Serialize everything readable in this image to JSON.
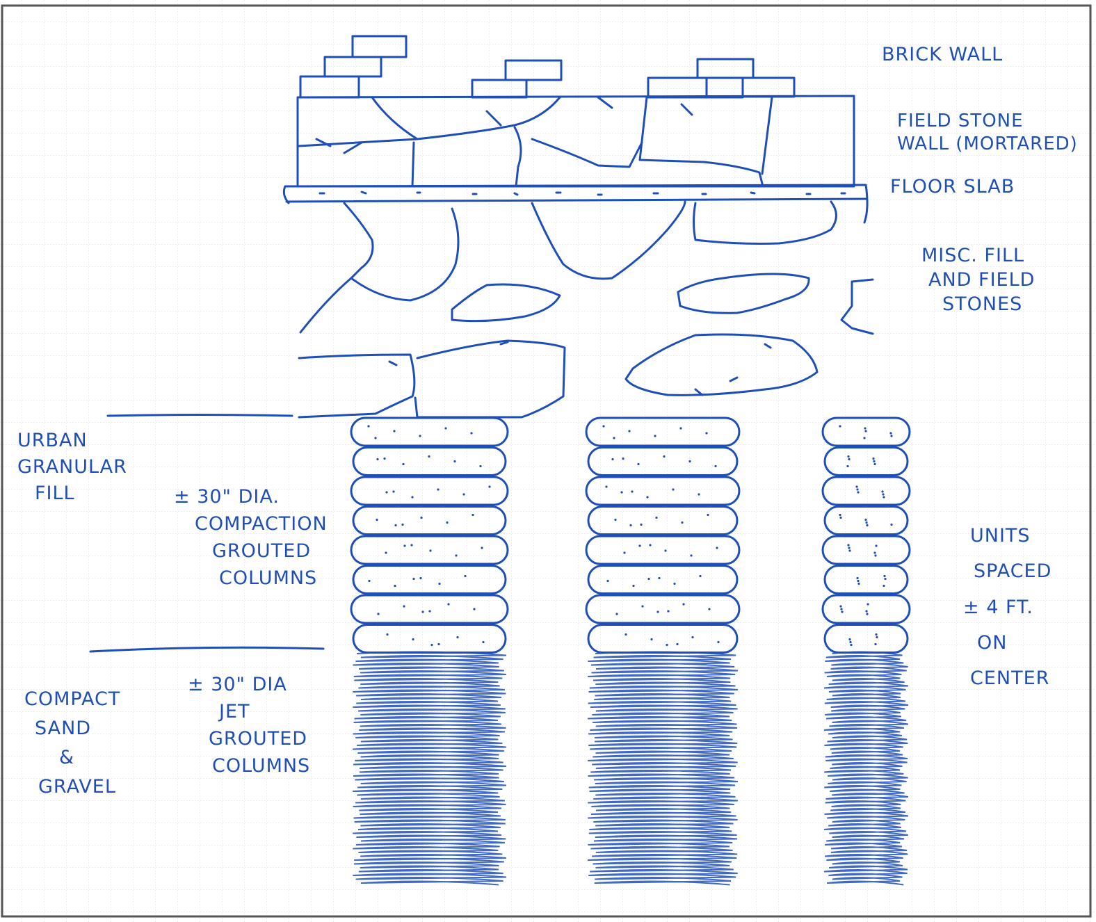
{
  "labels": {
    "brick_wall": "BRICK WALL",
    "field_stone_wall": [
      "FIELD STONE",
      "WALL (MORTARED)"
    ],
    "floor_slab": "FLOOR SLAB",
    "misc_fill": [
      "MISC. FILL",
      "AND FIELD",
      "STONES"
    ],
    "urban_granular_fill": [
      "URBAN",
      "GRANULAR",
      "FILL"
    ],
    "compaction_columns": [
      "± 30\" DIA.",
      "COMPACTION",
      "GROUTED",
      "COLUMNS"
    ],
    "compact_sand_gravel": [
      "COMPACT",
      "SAND",
      "&",
      "GRAVEL"
    ],
    "jet_columns": [
      "± 30\" DIA",
      "JET",
      "GROUTED",
      "COLUMNS"
    ],
    "units_spaced": [
      "UNITS",
      "SPACED",
      "± 4 FT.",
      "ON",
      "CENTER"
    ]
  },
  "colors": {
    "ink": "#1e4fb8",
    "grid": "#d6d6d6",
    "frame": "#555555"
  }
}
